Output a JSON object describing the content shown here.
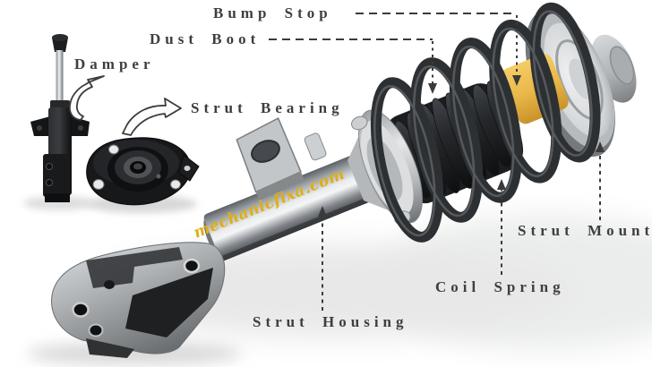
{
  "diagram": {
    "subject": "car suspension strut assembly",
    "watermark": "mechanicfixa.com",
    "labels": {
      "bump_stop": "Bump Stop",
      "dust_boot": "Dust Boot",
      "damper": "Damper",
      "strut_bearing": "Strut Bearing",
      "strut_mount": "Strut Mount",
      "coil_spring": "Coil Spring",
      "strut_housing": "Strut Housing"
    },
    "colors": {
      "background": "#ffffff",
      "label_text": "#3e3e3e",
      "leader_line": "#3b3b3b",
      "bump_stop_yellow": "#e9b84a",
      "watermark_gold": "#dfae14",
      "metal_silver": "#c6c9cb",
      "rubber_black": "#1b1d1f"
    }
  }
}
